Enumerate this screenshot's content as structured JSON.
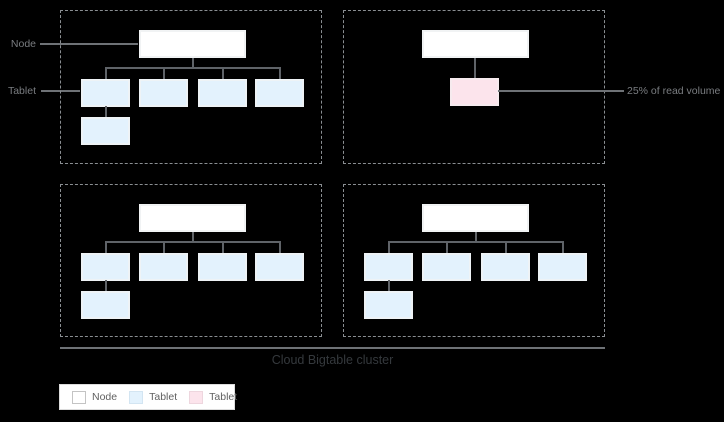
{
  "annotations": {
    "node_label": "Node",
    "tablet_label": "Tablet",
    "read_volume_label": "25% of read volume",
    "cluster_caption": "Cloud Bigtable cluster"
  },
  "legend": {
    "items": [
      {
        "label": "Node",
        "color": "#ffffff"
      },
      {
        "label": "Tablet",
        "color": "#e3f2fd"
      },
      {
        "label": "Tablet",
        "color": "#fce4ec"
      }
    ]
  },
  "diagram": {
    "groups": [
      {
        "position": "top-left",
        "nodes": 1,
        "tablets": 5,
        "tablet_color": "#e3f2fd"
      },
      {
        "position": "top-right",
        "nodes": 1,
        "tablets": 1,
        "tablet_color": "#fce4ec",
        "annotation": "25% of read volume"
      },
      {
        "position": "bottom-left",
        "nodes": 1,
        "tablets": 5,
        "tablet_color": "#e3f2fd"
      },
      {
        "position": "bottom-right",
        "nodes": 1,
        "tablets": 5,
        "tablet_color": "#e3f2fd"
      }
    ]
  },
  "colors": {
    "background": "#000000",
    "node_fill": "#ffffff",
    "tablet_fill": "#e3f2fd",
    "hot_tablet_fill": "#fce4ec",
    "connector_line": "#5f6368",
    "dashed_border": "#8a8e92",
    "caption_text": "#35393d",
    "annotation_text": "#7a7d81"
  }
}
